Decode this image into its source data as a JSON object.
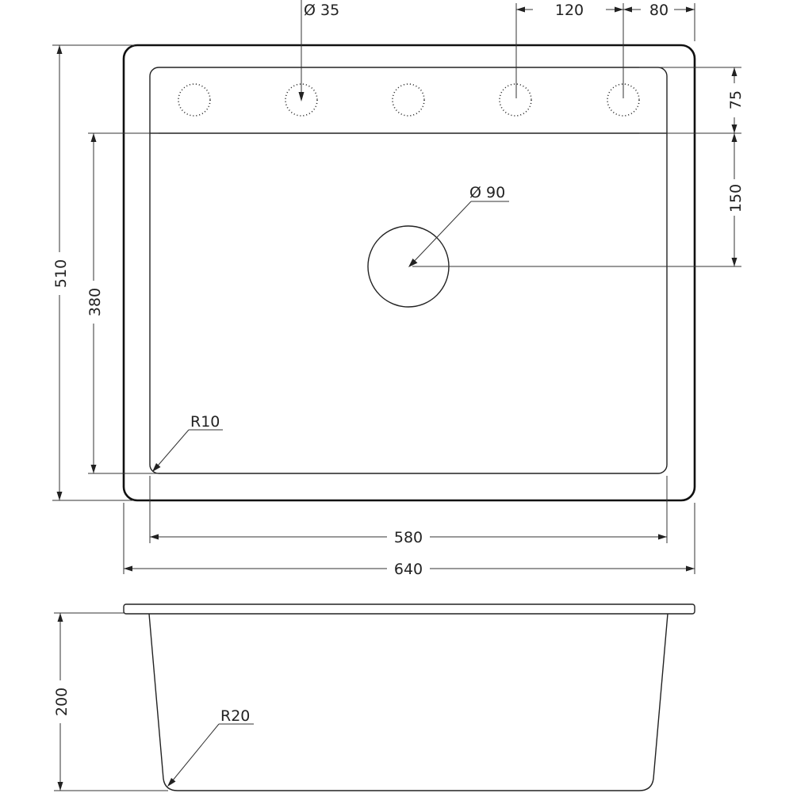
{
  "drawing": {
    "labels": {
      "tap_hole_diameter": "Ø 35",
      "tap_spacing": "120",
      "tap_edge_offset": "80",
      "tap_row_offset": "75",
      "drain_offset": "150",
      "drain_diameter": "Ø 90",
      "overall_depth": "510",
      "bowl_depth": "380",
      "inner_radius": "R10",
      "bowl_width": "580",
      "overall_width": "640",
      "height": "200",
      "bottom_radius": "R20"
    },
    "colors": {
      "line": "#222222",
      "background": "#ffffff"
    }
  }
}
